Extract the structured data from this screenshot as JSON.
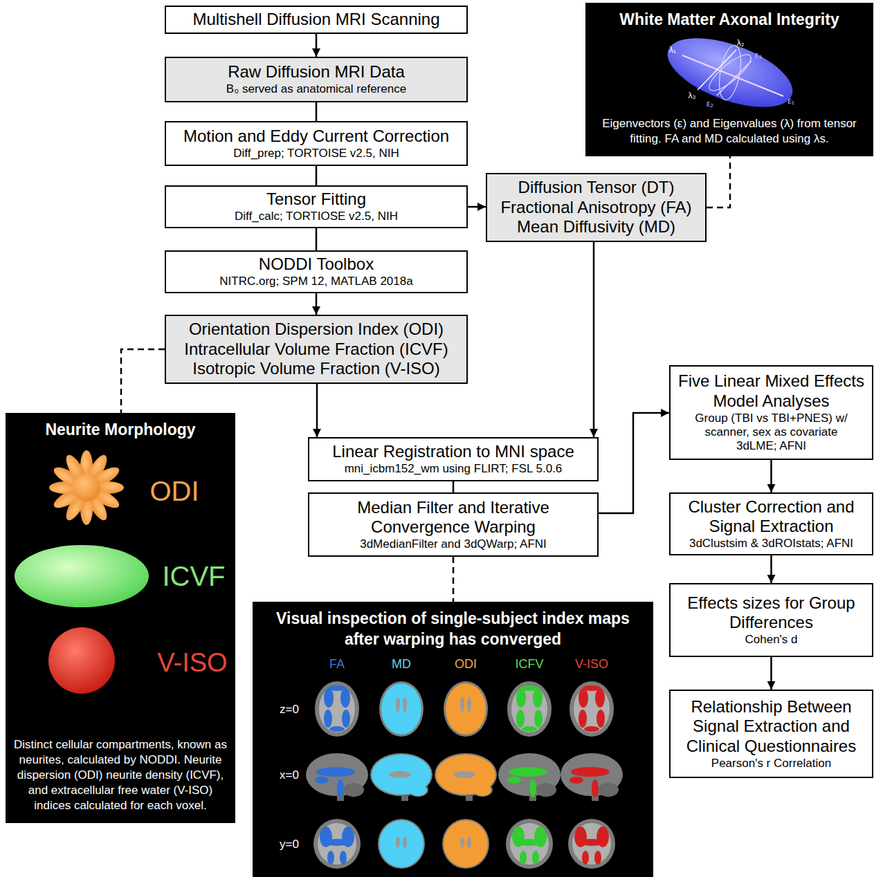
{
  "diagram": {
    "nodes": [
      {
        "text": [
          "Multishell Diffusion MRI Scanning"
        ]
      },
      {
        "text": [
          "Raw Diffusion MRI Data",
          "B₀ served as anatomical reference"
        ]
      },
      {
        "text": [
          "Motion and Eddy Current Correction",
          "Diff_prep; TORTOISE v2.5, NIH"
        ]
      },
      {
        "text": [
          "Tensor Fitting",
          "Diff_calc; TORTIOSE v2.5, NIH"
        ]
      },
      {
        "text": [
          "Diffusion Tensor (DT)",
          "Fractional Anisotropy (FA)",
          "Mean Diffusivity (MD)"
        ]
      },
      {
        "text": [
          "White Matter Axonal Integrity",
          "Eigenvectors (ε) and Eigenvalues (λ) from tensor fitting. FA and MD calculated using λs."
        ]
      },
      {
        "text": [
          "NODDI Toolbox",
          "NITRC.org; SPM 12, MATLAB 2018a"
        ]
      },
      {
        "text": [
          "Orientation Dispersion Index (ODI)",
          "Intracellular Volume Fraction (ICVF)",
          "Isotropic Volume Fraction (V-ISO)"
        ]
      },
      {
        "text": [
          "Neurite Morphology",
          "Distinct cellular compartments, known as neurites, calculated by NODDI. Neurite dispersion (ODI) neurite density (ICVF), and extracellular free water (V-ISO) indices calculated for each voxel."
        ]
      },
      {
        "text": [
          "Linear Registration to MNI space",
          "mni_icbm152_wm using FLIRT; FSL 5.0.6"
        ]
      },
      {
        "text": [
          "Median Filter and Iterative Convergence Warping",
          "3dMedianFilter and 3dQWarp; AFNI"
        ]
      },
      {
        "text": [
          "Visual inspection of single-subject index maps after warping has converged"
        ]
      },
      {
        "text": [
          "Five Linear Mixed Effects Model Analyses",
          "Group (TBI vs TBI+PNES) w/ scanner, sex as covariate",
          "3dLME; AFNI"
        ]
      },
      {
        "text": [
          "Cluster Correction and Signal Extraction",
          "3dClustsim & 3dROIstats; AFNI"
        ]
      },
      {
        "text": [
          "Effects sizes for Group Differences",
          "Cohen's d"
        ]
      },
      {
        "text": [
          "Relationship Between Signal Extraction and Clinical Questionnaires",
          "Pearson's r Correlation"
        ]
      }
    ],
    "edges": [
      {
        "from": 0,
        "to": 1,
        "arrow": "to"
      },
      {
        "from": 1,
        "to": 2,
        "arrow": "none"
      },
      {
        "from": 2,
        "to": 3,
        "arrow": "none"
      },
      {
        "from": 3,
        "to": 4,
        "arrow": "to"
      },
      {
        "from": 4,
        "to": 5,
        "arrow": "none"
      },
      {
        "from": 3,
        "to": 6,
        "arrow": "none"
      },
      {
        "from": 6,
        "to": 7,
        "arrow": "to"
      },
      {
        "from": 7,
        "to": 8,
        "arrow": "none"
      },
      {
        "from": 7,
        "to": 9,
        "arrow": "to"
      },
      {
        "from": 4,
        "to": 9,
        "arrow": "to"
      },
      {
        "from": 9,
        "to": 10,
        "arrow": "none"
      },
      {
        "from": 10,
        "to": 12,
        "arrow": "to"
      },
      {
        "from": 10,
        "to": 11,
        "arrow": "none"
      },
      {
        "from": 12,
        "to": 13,
        "arrow": "to"
      },
      {
        "from": 13,
        "to": 14,
        "arrow": "to"
      },
      {
        "from": 14,
        "to": 15,
        "arrow": "to"
      }
    ],
    "labels": [
      "λ₁",
      "λ₂",
      "ε₃",
      "λ₃",
      "ε₂",
      "ε₁",
      "ODI",
      "ICVF",
      "V-ISO",
      "FA",
      "MD",
      "ODI",
      "ICFV",
      "V-ISO",
      "z=0",
      "x=0",
      "y=0"
    ]
  }
}
